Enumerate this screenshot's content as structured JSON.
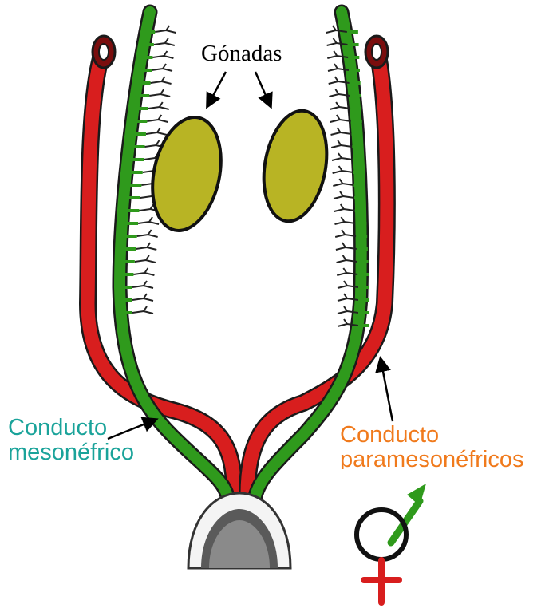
{
  "labels": {
    "gonadas": "Gónadas",
    "mesonephric_line1": "Conducto",
    "mesonephric_line2": "mesonéfrico",
    "paramesonephric_line1": "Conducto",
    "paramesonephric_line2": "paramesonéfricos"
  },
  "colors": {
    "mesonephric_duct": "#2f9a1c",
    "paramesonephric_duct": "#d81e1e",
    "gonad_fill": "#b8b424",
    "mesonephric_label": "#1aa39a",
    "paramesonephric_label": "#f07a1c",
    "female_cross": "#d81e1e",
    "male_arrow": "#2f9a1c"
  },
  "icons": {
    "sex_symbol": "female-male-symbol-icon"
  }
}
